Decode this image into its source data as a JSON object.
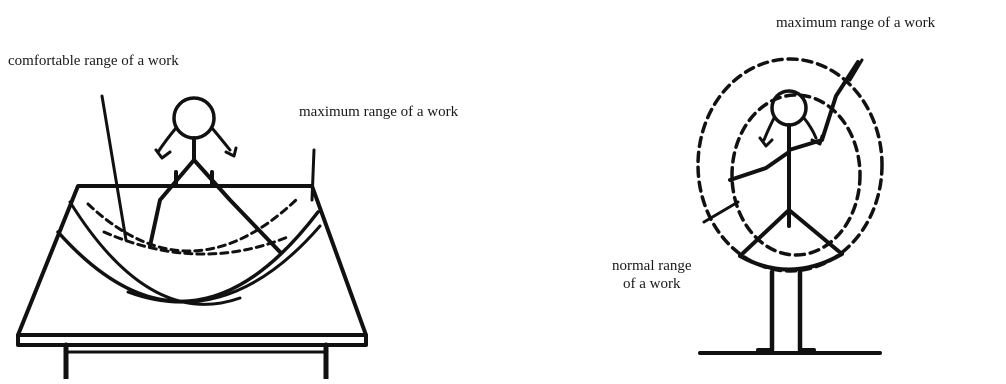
{
  "left_figure": {
    "label_comfortable": "comfortable range of a work",
    "label_maximum": "maximum range of a work"
  },
  "right_figure": {
    "label_maximum": "maximum range of a work",
    "label_normal_line1": "normal range",
    "label_normal_line2": "of a work"
  }
}
